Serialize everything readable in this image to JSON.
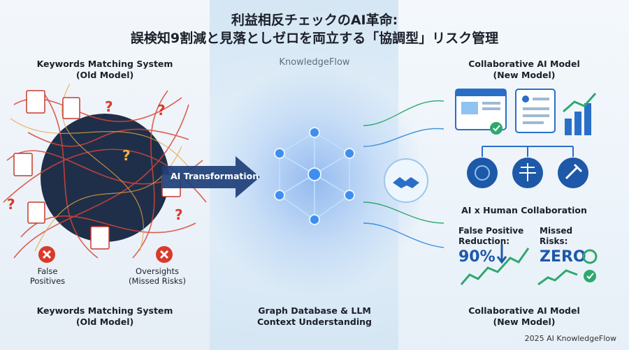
{
  "title": {
    "line1": "利益相反チェックのAI革命:",
    "line2": "誤検知9割減と見落としゼロを両立する「協調型」リスク管理"
  },
  "brand": "KnowledgeFlow",
  "left": {
    "top_label": "Keywords Matching System\n(Old Model)",
    "bottom_label": "Keywords Matching System\n(Old Model)",
    "false_positives": "False\nPositives",
    "oversights": "Oversights\n(Missed Risks)"
  },
  "center": {
    "arrow_label": "AI Transformation",
    "bottom_label": "Graph Database & LLM\nContext Understanding"
  },
  "right": {
    "top_label": "Collaborative AI Model\n(New Model)",
    "bottom_label": "Collaborative AI Model\n(New Model)",
    "collab_label": "AI x Human Collaboration",
    "fp_label": "False Positive\nReduction:",
    "fp_value": "90%",
    "missed_label": "Missed\nRisks:",
    "missed_value": "ZERO"
  },
  "footer": "2025 AI KnowledgeFlow",
  "colors": {
    "accent": "#1e58a8",
    "danger": "#d93a2b",
    "success": "#2fa86f",
    "node": "#2a7de1"
  }
}
